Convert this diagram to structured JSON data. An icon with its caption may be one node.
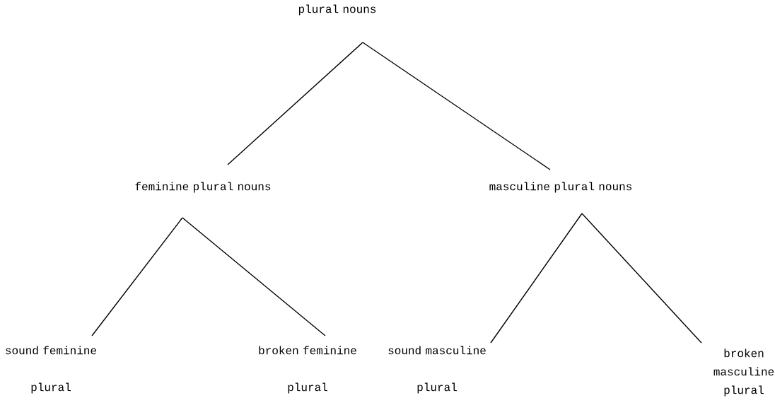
{
  "diagram": {
    "nodes": [
      {
        "text": [
          "plural nouns"
        ]
      },
      {
        "text": [
          "feminine plural nouns"
        ]
      },
      {
        "text": [
          "masculine plural nouns"
        ]
      },
      {
        "text": [
          "sound feminine plural"
        ]
      },
      {
        "text": [
          "broken feminine plural"
        ]
      },
      {
        "text": [
          "sound masculine plural"
        ]
      },
      {
        "text": [
          "broken masculine plural"
        ]
      }
    ],
    "edges": [
      {
        "from": 0,
        "to": 1,
        "arrow": "none"
      },
      {
        "from": 0,
        "to": 2,
        "arrow": "none"
      },
      {
        "from": 1,
        "to": 3,
        "arrow": "none"
      },
      {
        "from": 1,
        "to": 4,
        "arrow": "none"
      },
      {
        "from": 2,
        "to": 5,
        "arrow": "none"
      },
      {
        "from": 2,
        "to": 6,
        "arrow": "none"
      }
    ]
  }
}
